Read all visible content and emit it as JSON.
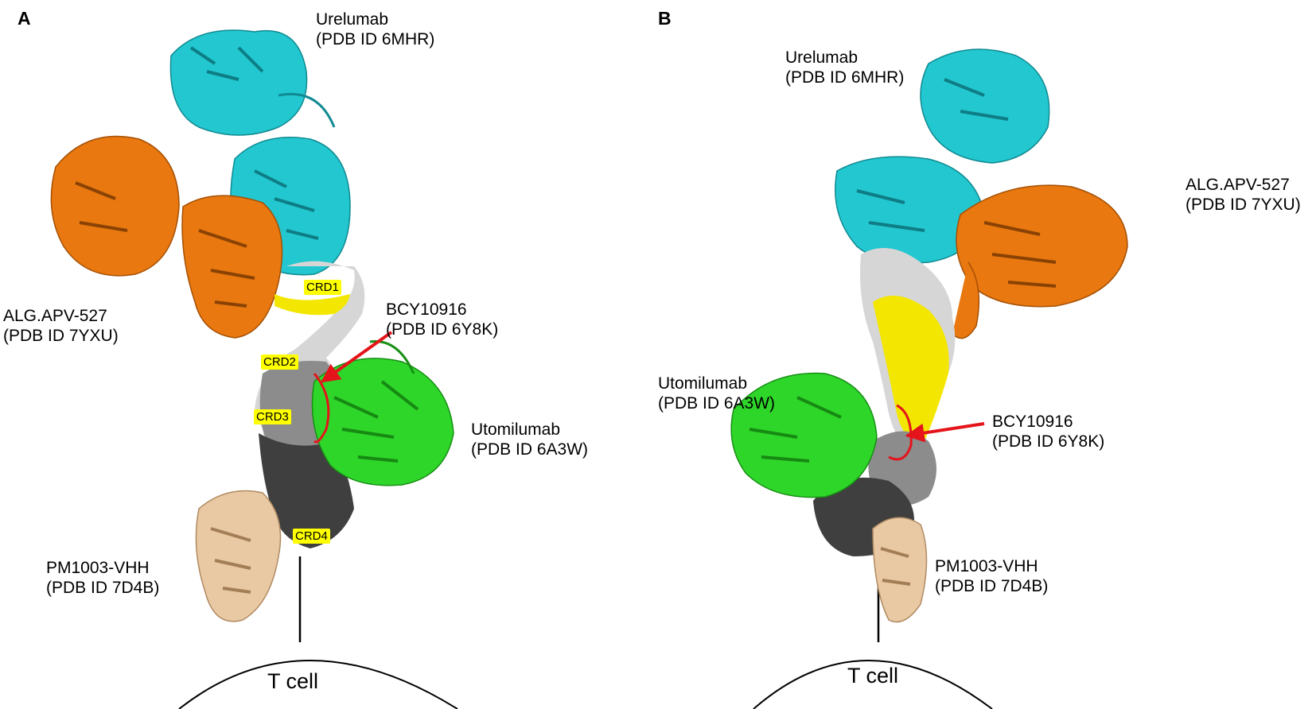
{
  "panels": [
    {
      "letter": "A",
      "cell_label": "T cell",
      "antibodies": [
        {
          "name": "Urelumab",
          "pdb": "(PDB ID 6MHR)",
          "color": "#22c7cf"
        },
        {
          "name": "ALG.APV-527",
          "pdb": "(PDB ID 7YXU)",
          "color": "#e8780f"
        },
        {
          "name": "BCY10916",
          "pdb": "(PDB ID 6Y8K)",
          "color": "#e4141a"
        },
        {
          "name": "Utomilumab",
          "pdb": "(PDB ID 6A3W)",
          "color": "#2fd62a"
        },
        {
          "name": "PM1003-VHH",
          "pdb": "(PDB ID 7D4B)",
          "color": "#e8c9a3"
        }
      ],
      "domains": [
        "CRD1",
        "CRD2",
        "CRD3",
        "CRD4"
      ]
    },
    {
      "letter": "B",
      "cell_label": "T cell",
      "antibodies": [
        {
          "name": "Urelumab",
          "pdb": "(PDB ID 6MHR)",
          "color": "#22c7cf"
        },
        {
          "name": "ALG.APV-527",
          "pdb": "(PDB ID 7YXU)",
          "color": "#e8780f"
        },
        {
          "name": "Utomilumab",
          "pdb": "(PDB ID 6A3W)",
          "color": "#2fd62a"
        },
        {
          "name": "BCY10916",
          "pdb": "(PDB ID 6Y8K)",
          "color": "#e4141a"
        },
        {
          "name": "PM1003-VHH",
          "pdb": "(PDB ID 7D4B)",
          "color": "#e8c9a3"
        }
      ]
    }
  ],
  "colors": {
    "receptor_light": "#d6d6d6",
    "receptor_mid": "#8c8c8c",
    "receptor_dark": "#3f3f3f",
    "epitope": "#f3e600",
    "arrow": "#e4141a"
  }
}
